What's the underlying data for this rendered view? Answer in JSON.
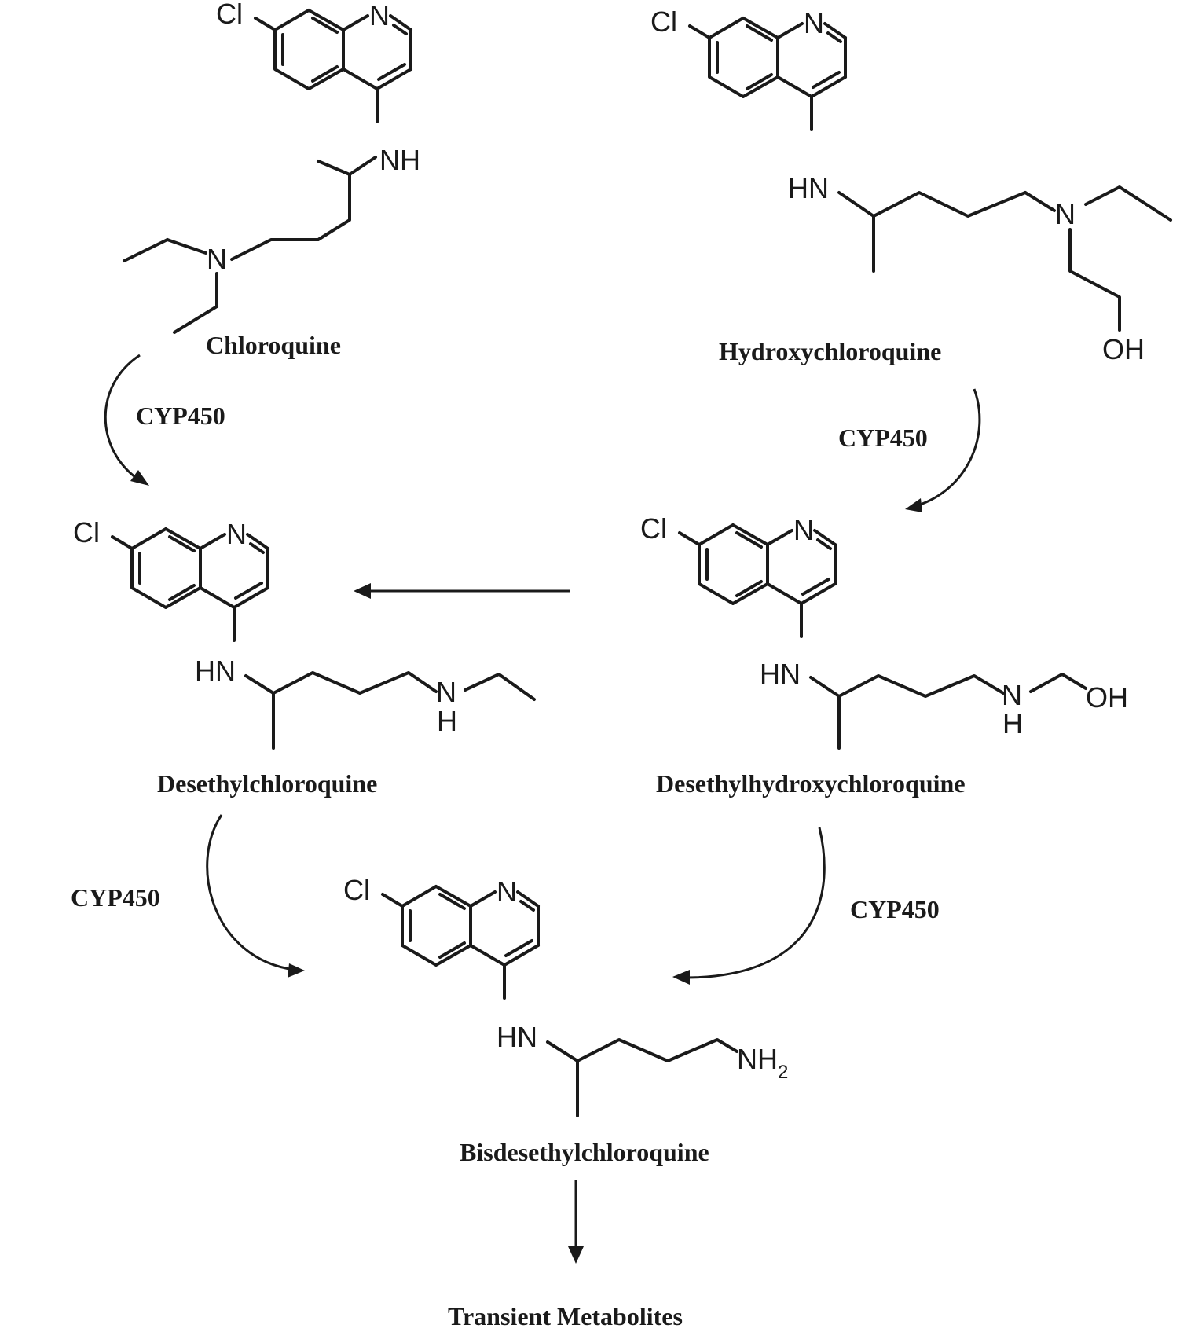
{
  "atoms": {
    "cl": "Cl",
    "n": "N",
    "nh": "NH",
    "hn": "HN",
    "h": "H",
    "oh": "OH",
    "nh2": "NH",
    "nh2_sub": "2"
  },
  "compounds": {
    "chloroquine": "Chloroquine",
    "hydroxychloroquine": "Hydroxychloroquine",
    "desethylchloroquine": "Desethylchloroquine",
    "desethylhydroxychloroquine": "Desethylhydroxychloroquine",
    "bisdesethylchloroquine": "Bisdesethylchloroquine",
    "transient": "Transient Metabolites"
  },
  "enzymes": {
    "cq_to_dcq": "CYP450",
    "hcq_to_dhcq": "CYP450",
    "dcq_to_bdcq": "CYP450",
    "dhcq_to_bdcq": "CYP450"
  }
}
